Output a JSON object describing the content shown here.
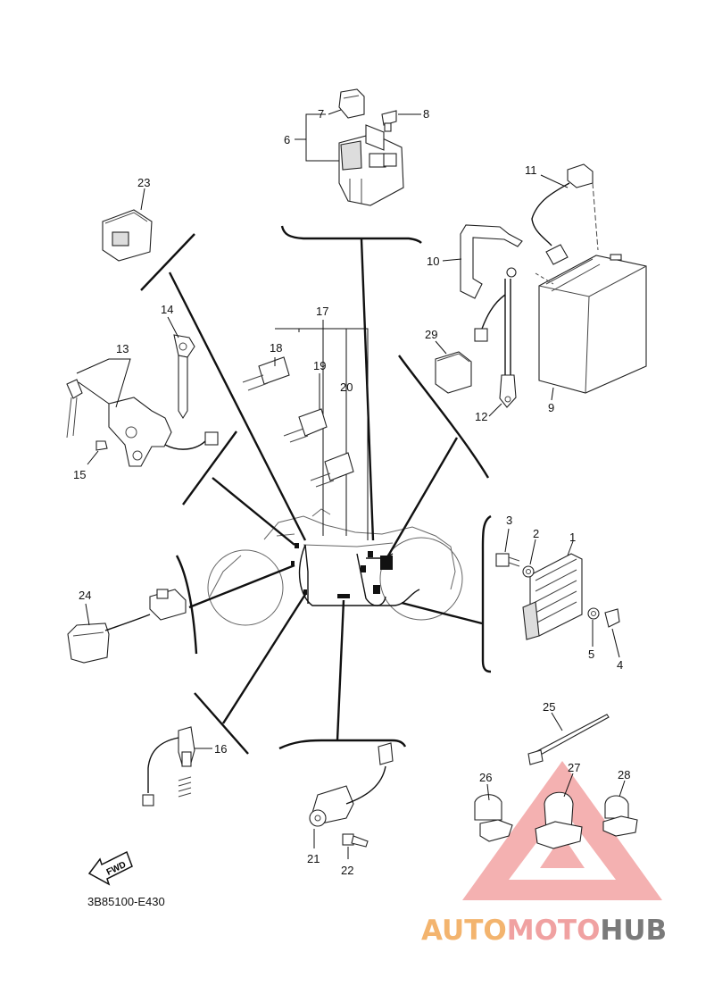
{
  "diagram": {
    "reference_code": "3B85100-E430",
    "fwd_label": "FWD",
    "watermark": {
      "part1": "AUTO",
      "part2": "MOTO",
      "part3": "HUB",
      "color1": "#f3b46e",
      "color2": "#f0a1a1",
      "color3": "#7a7a7a"
    },
    "callouts": [
      "1",
      "2",
      "3",
      "4",
      "5",
      "6",
      "7",
      "8",
      "9",
      "10",
      "11",
      "12",
      "13",
      "14",
      "15",
      "16",
      "17",
      "18",
      "19",
      "20",
      "21",
      "22",
      "23",
      "24",
      "25",
      "26",
      "27",
      "28",
      "29"
    ]
  }
}
